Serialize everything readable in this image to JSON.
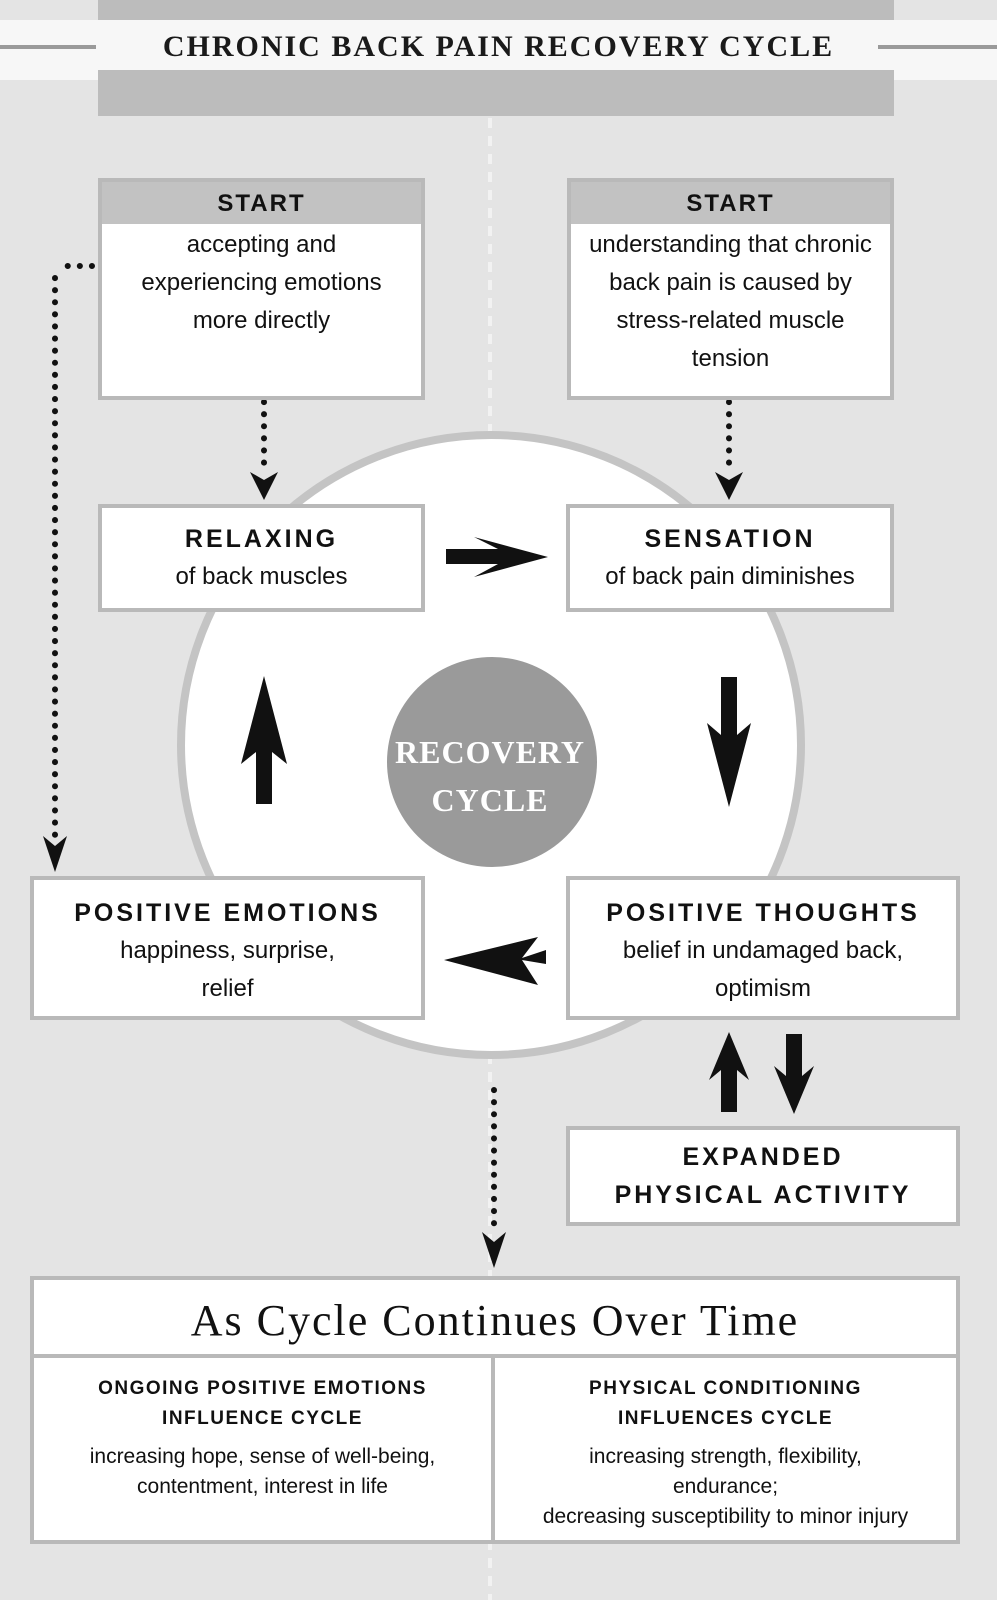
{
  "title": "CHRONIC BACK PAIN RECOVERY CYCLE",
  "center_badge": {
    "line1": "RECOVERY",
    "line2": "CYCLE"
  },
  "start_left": {
    "head": "START",
    "body": "accepting and experiencing emotions more directly"
  },
  "start_right": {
    "head": "START",
    "body": "understanding that chronic back pain is caused by stress-related muscle tension"
  },
  "relaxing": {
    "label": "RELAXING",
    "desc": "of back muscles"
  },
  "sensation": {
    "label": "SENSATION",
    "desc": "of back pain diminishes"
  },
  "positive_emotions": {
    "label": "POSITIVE EMOTIONS",
    "desc": "happiness, surprise, relief"
  },
  "positive_thoughts": {
    "label": "POSITIVE THOUGHTS",
    "desc": "belief in undamaged back, optimism"
  },
  "expanded_activity": {
    "line1": "EXPANDED",
    "line2": "PHYSICAL ACTIVITY"
  },
  "bottom": {
    "title": "As Cycle Continues Over Time",
    "left": {
      "head_line1": "ONGOING POSITIVE EMOTIONS",
      "head_line2": "INFLUENCE CYCLE",
      "body_line1": "increasing hope, sense of well-being,",
      "body_line2": "contentment, interest in life"
    },
    "right": {
      "head_line1": "PHYSICAL CONDITIONING",
      "head_line2": "INFLUENCES CYCLE",
      "body_line1": "increasing strength, flexibility,",
      "body_line2": "endurance;",
      "body_line3": "decreasing susceptibility to minor injury"
    }
  },
  "colors": {
    "page_bg": "#e4e4e4",
    "band": "#bcbcbc",
    "box_border": "#b9b9b9",
    "badge": "#9a9a9a",
    "arrow": "#111111"
  }
}
